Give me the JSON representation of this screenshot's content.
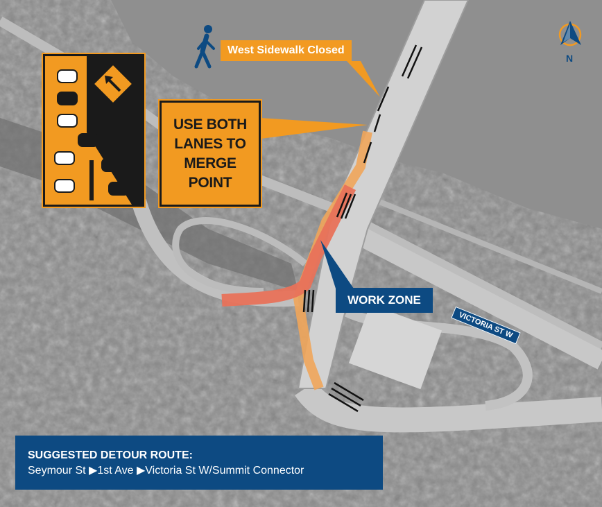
{
  "callouts": {
    "sidewalk": "West Sidewalk Closed",
    "merge_sign": [
      "USE BOTH",
      "LANES TO",
      "MERGE",
      "POINT"
    ],
    "work_zone": "WORK ZONE",
    "street": "VICTORIA ST W"
  },
  "compass": {
    "label": "N"
  },
  "detour": {
    "title": "SUGGESTED DETOUR ROUTE:",
    "route": "Seymour St ▶1st Ave ▶Victoria St W/Summit Connector"
  },
  "colors": {
    "orange": "#f29a21",
    "blue": "#0d4a82",
    "work_red": "#e8725a",
    "work_orange": "#f0a55a"
  },
  "icons": [
    "pedestrian-icon",
    "compass-icon",
    "car-icon",
    "merge-arrow-icon",
    "lane-arrow-icon"
  ]
}
